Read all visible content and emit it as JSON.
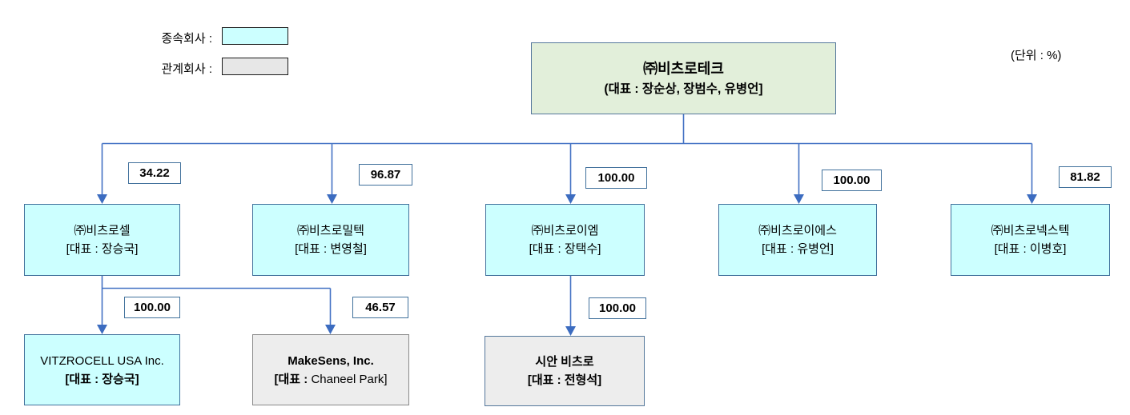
{
  "legend": {
    "subsidiary_label": "종속회사 :",
    "affiliate_label": "관계회사 :"
  },
  "unit_note": "(단위 : %)",
  "root": {
    "name": "㈜비츠로테크",
    "ceo": "(대표 : 장순상, 장범수, 유병언]"
  },
  "level1": [
    {
      "name": "㈜비츠로셀",
      "ceo": "[대표 : 장승국]",
      "ownership": "34.22",
      "type": "subsidiary"
    },
    {
      "name": "㈜비츠로밀텍",
      "ceo": "[대표 : 변영철]",
      "ownership": "96.87",
      "type": "subsidiary"
    },
    {
      "name": "㈜비츠로이엠",
      "ceo": "[대표 : 장택수]",
      "ownership": "100.00",
      "type": "subsidiary"
    },
    {
      "name": "㈜비츠로이에스",
      "ceo": "[대표 : 유병언]",
      "ownership": "100.00",
      "type": "subsidiary"
    },
    {
      "name": "㈜비츠로넥스텍",
      "ceo": "[대표 : 이병호]",
      "ownership": "81.82",
      "type": "subsidiary"
    }
  ],
  "level2": [
    {
      "name": "VITZROCELL USA Inc.",
      "ceo": "[대표 : 장승국]",
      "ownership": "100.00",
      "parent": "㈜비츠로셀",
      "type": "subsidiary"
    },
    {
      "name": "MakeSens, Inc.",
      "ceo_prefix": "[대표 : ",
      "ceo_name": "Chaneel Park]",
      "ownership": "46.57",
      "parent": "㈜비츠로셀",
      "type": "affiliate"
    },
    {
      "name": "시안 비츠로",
      "ceo": "[대표 : 전형석]",
      "ownership": "100.00",
      "parent": "㈜비츠로이엠",
      "type": "affiliate"
    }
  ],
  "colors": {
    "root_fill": "#E2EFDA",
    "subsidiary_fill": "#CCFFFF",
    "affiliate_fill": "#EDEDED",
    "line": "#4472C4",
    "box_border": "#41719C"
  }
}
